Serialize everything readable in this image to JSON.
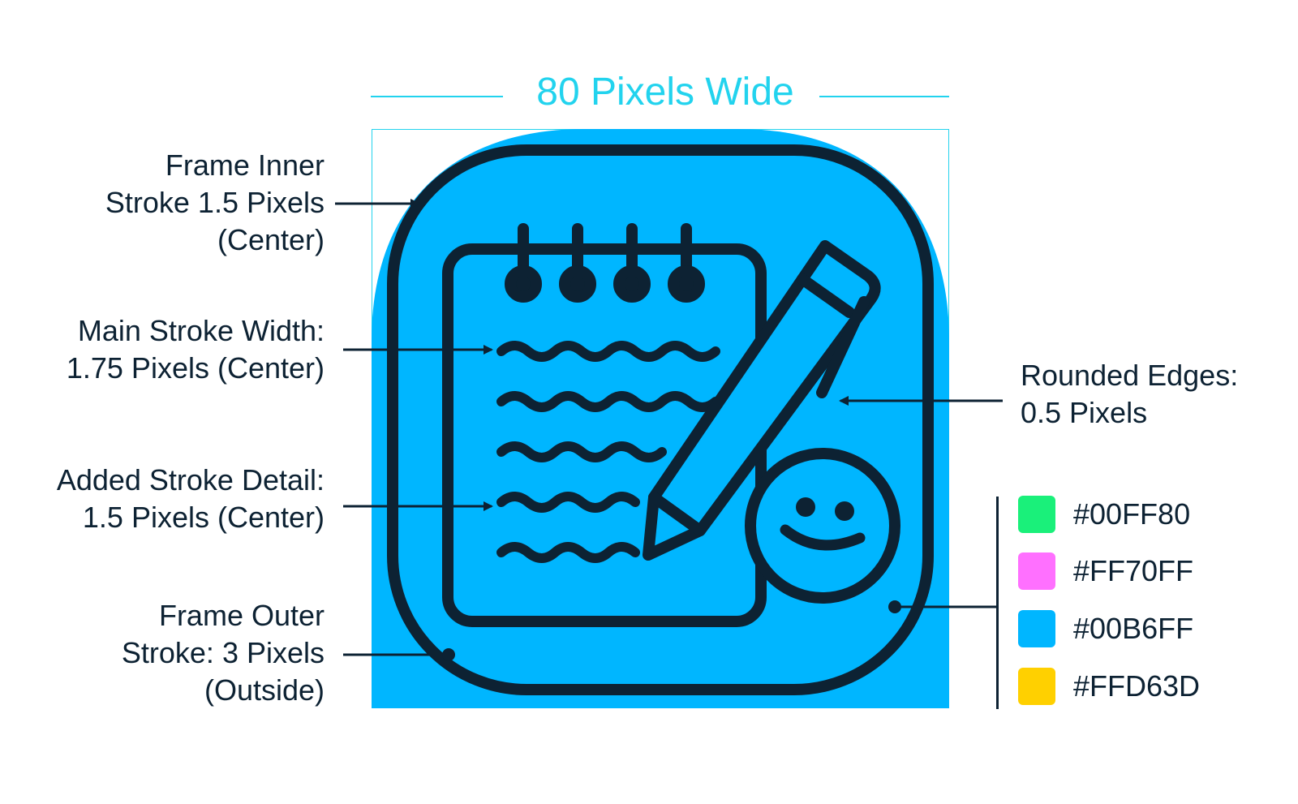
{
  "header": {
    "title": "80 Pixels Wide"
  },
  "callouts": {
    "frame_inner": [
      "Frame Inner",
      "Stroke 1.5 Pixels",
      "(Center)"
    ],
    "main_stroke": [
      "Main Stroke Width:",
      "1.75 Pixels (Center)"
    ],
    "added_stroke": [
      "Added Stroke Detail:",
      "1.5 Pixels (Center)"
    ],
    "frame_outer": [
      "Frame Outer",
      "Stroke: 3 Pixels",
      "(Outside)"
    ],
    "rounded_edges": [
      "Rounded Edges:",
      "0.5 Pixels"
    ]
  },
  "palette": [
    {
      "hex": "#00FF80",
      "color": "#1af07a"
    },
    {
      "hex": "#FF70FF",
      "color": "#ff70ff"
    },
    {
      "hex": "#00B6FF",
      "color": "#00b6ff"
    },
    {
      "hex": "#FFD63D",
      "color": "#ffd000"
    }
  ],
  "icon": {
    "name": "notepad-pencil-smiley-icon",
    "fill_color": "#00B6FF",
    "stroke_color": "#0d2233"
  }
}
